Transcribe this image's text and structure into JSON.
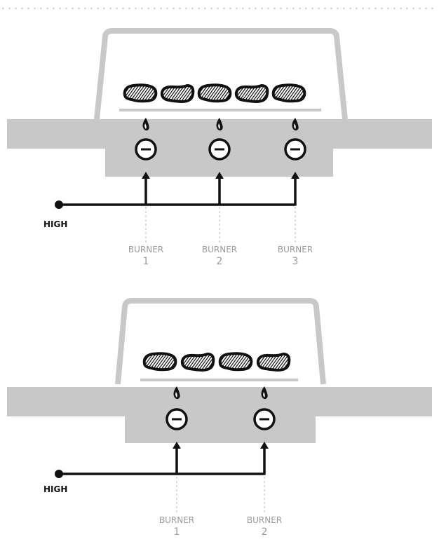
{
  "colors": {
    "band": "#c8c8c8",
    "lid_fill": "#ffffff",
    "lid_stroke": "#c8c8c8",
    "line": "#111111",
    "dashed": "#b8b8b8",
    "label": "#9a9a9a",
    "meat_fill": "#ffffff",
    "meat_stroke": "#111111"
  },
  "diagrams": [
    {
      "input_label": "HIGH",
      "burners": [
        {
          "label": "BURNER",
          "number": "1"
        },
        {
          "label": "BURNER",
          "number": "2"
        },
        {
          "label": "BURNER",
          "number": "3"
        }
      ],
      "steaks": 5
    },
    {
      "input_label": "HIGH",
      "burners": [
        {
          "label": "BURNER",
          "number": "1"
        },
        {
          "label": "BURNER",
          "number": "2"
        }
      ],
      "steaks": 4
    }
  ],
  "icons": {
    "burner": "burner-knob-icon",
    "flame": "flame-icon",
    "steak": "steak-icon"
  }
}
